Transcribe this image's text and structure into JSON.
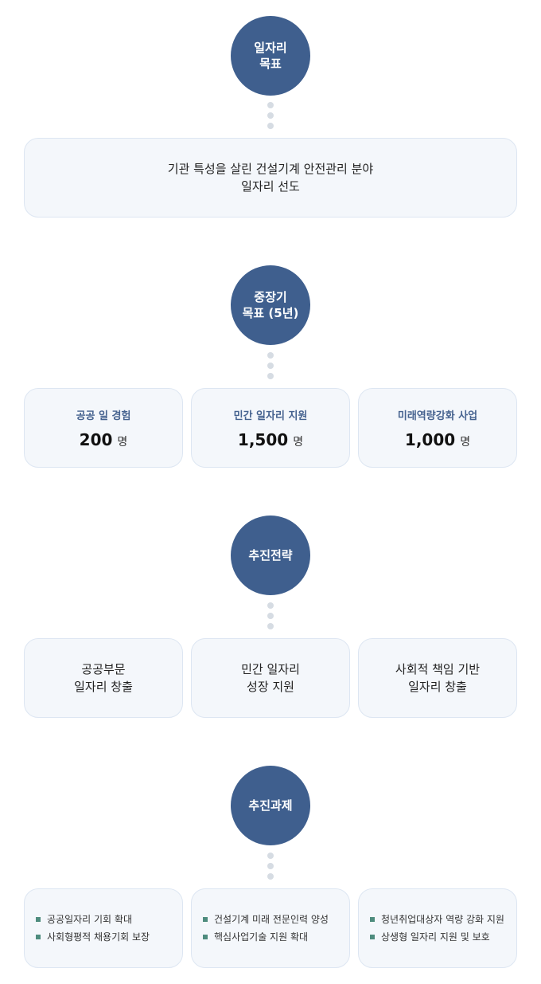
{
  "sections": {
    "job_goal": {
      "title": "일자리\n목표"
    },
    "mission": {
      "text": "기관 특성을 살린 건설기계 안전관리 분야\n일자리 선도"
    },
    "mid_goal": {
      "title": "중장기\n목표 (5년)"
    },
    "goals": [
      {
        "label": "공공 일 경험",
        "value": "200",
        "unit": "명"
      },
      {
        "label": "민간 일자리 지원",
        "value": "1,500",
        "unit": "명"
      },
      {
        "label": "미래역량강화 사업",
        "value": "1,000",
        "unit": "명"
      }
    ],
    "strategy": {
      "title": "추진전략"
    },
    "strategies": [
      {
        "text": "공공부문\n일자리 창출"
      },
      {
        "text": "민간 일자리\n성장 지원"
      },
      {
        "text": "사회적 책임 기반\n일자리 창출"
      }
    ],
    "tasks_title": {
      "title": "추진과제"
    },
    "tasks": [
      {
        "items": [
          "공공일자리 기회 확대",
          "사회형평적 채용기회 보장"
        ]
      },
      {
        "items": [
          "건설기계 미래 전문인력 양성",
          "핵심사업기술 지원 확대"
        ]
      },
      {
        "items": [
          "청년취업대상자 역량 강화 지원",
          "상생형 일자리 지원 및 보호"
        ]
      }
    ]
  },
  "colors": {
    "circle": "#3f5f8e",
    "label": "#45628f",
    "bullet": "#4e8c7e",
    "box_bg": "#f4f7fb"
  }
}
